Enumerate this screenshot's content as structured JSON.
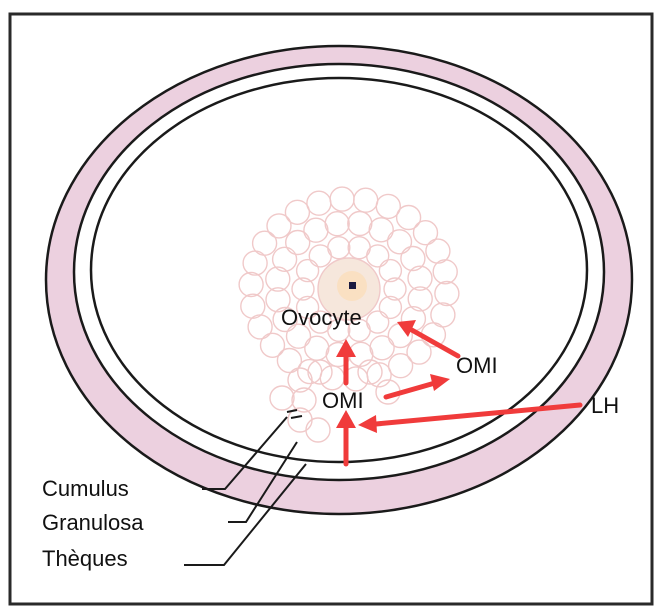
{
  "labels": {
    "ovocyte": "Ovocyte",
    "omi_right": "OMI",
    "omi_left": "OMI",
    "lh": "LH",
    "cumulus": "Cumulus",
    "granulosa": "Granulosa",
    "theques": "Thèques"
  },
  "colors": {
    "theca_fill": "#ecd0df",
    "arrow": "#f03b3b",
    "cell_outline": "#f0c9c9",
    "oocyte_fill": "#f6e7dc",
    "oocyte_nucleus": "#fae0c2",
    "nucleolus": "#1a1a40",
    "outline": "#111111"
  }
}
